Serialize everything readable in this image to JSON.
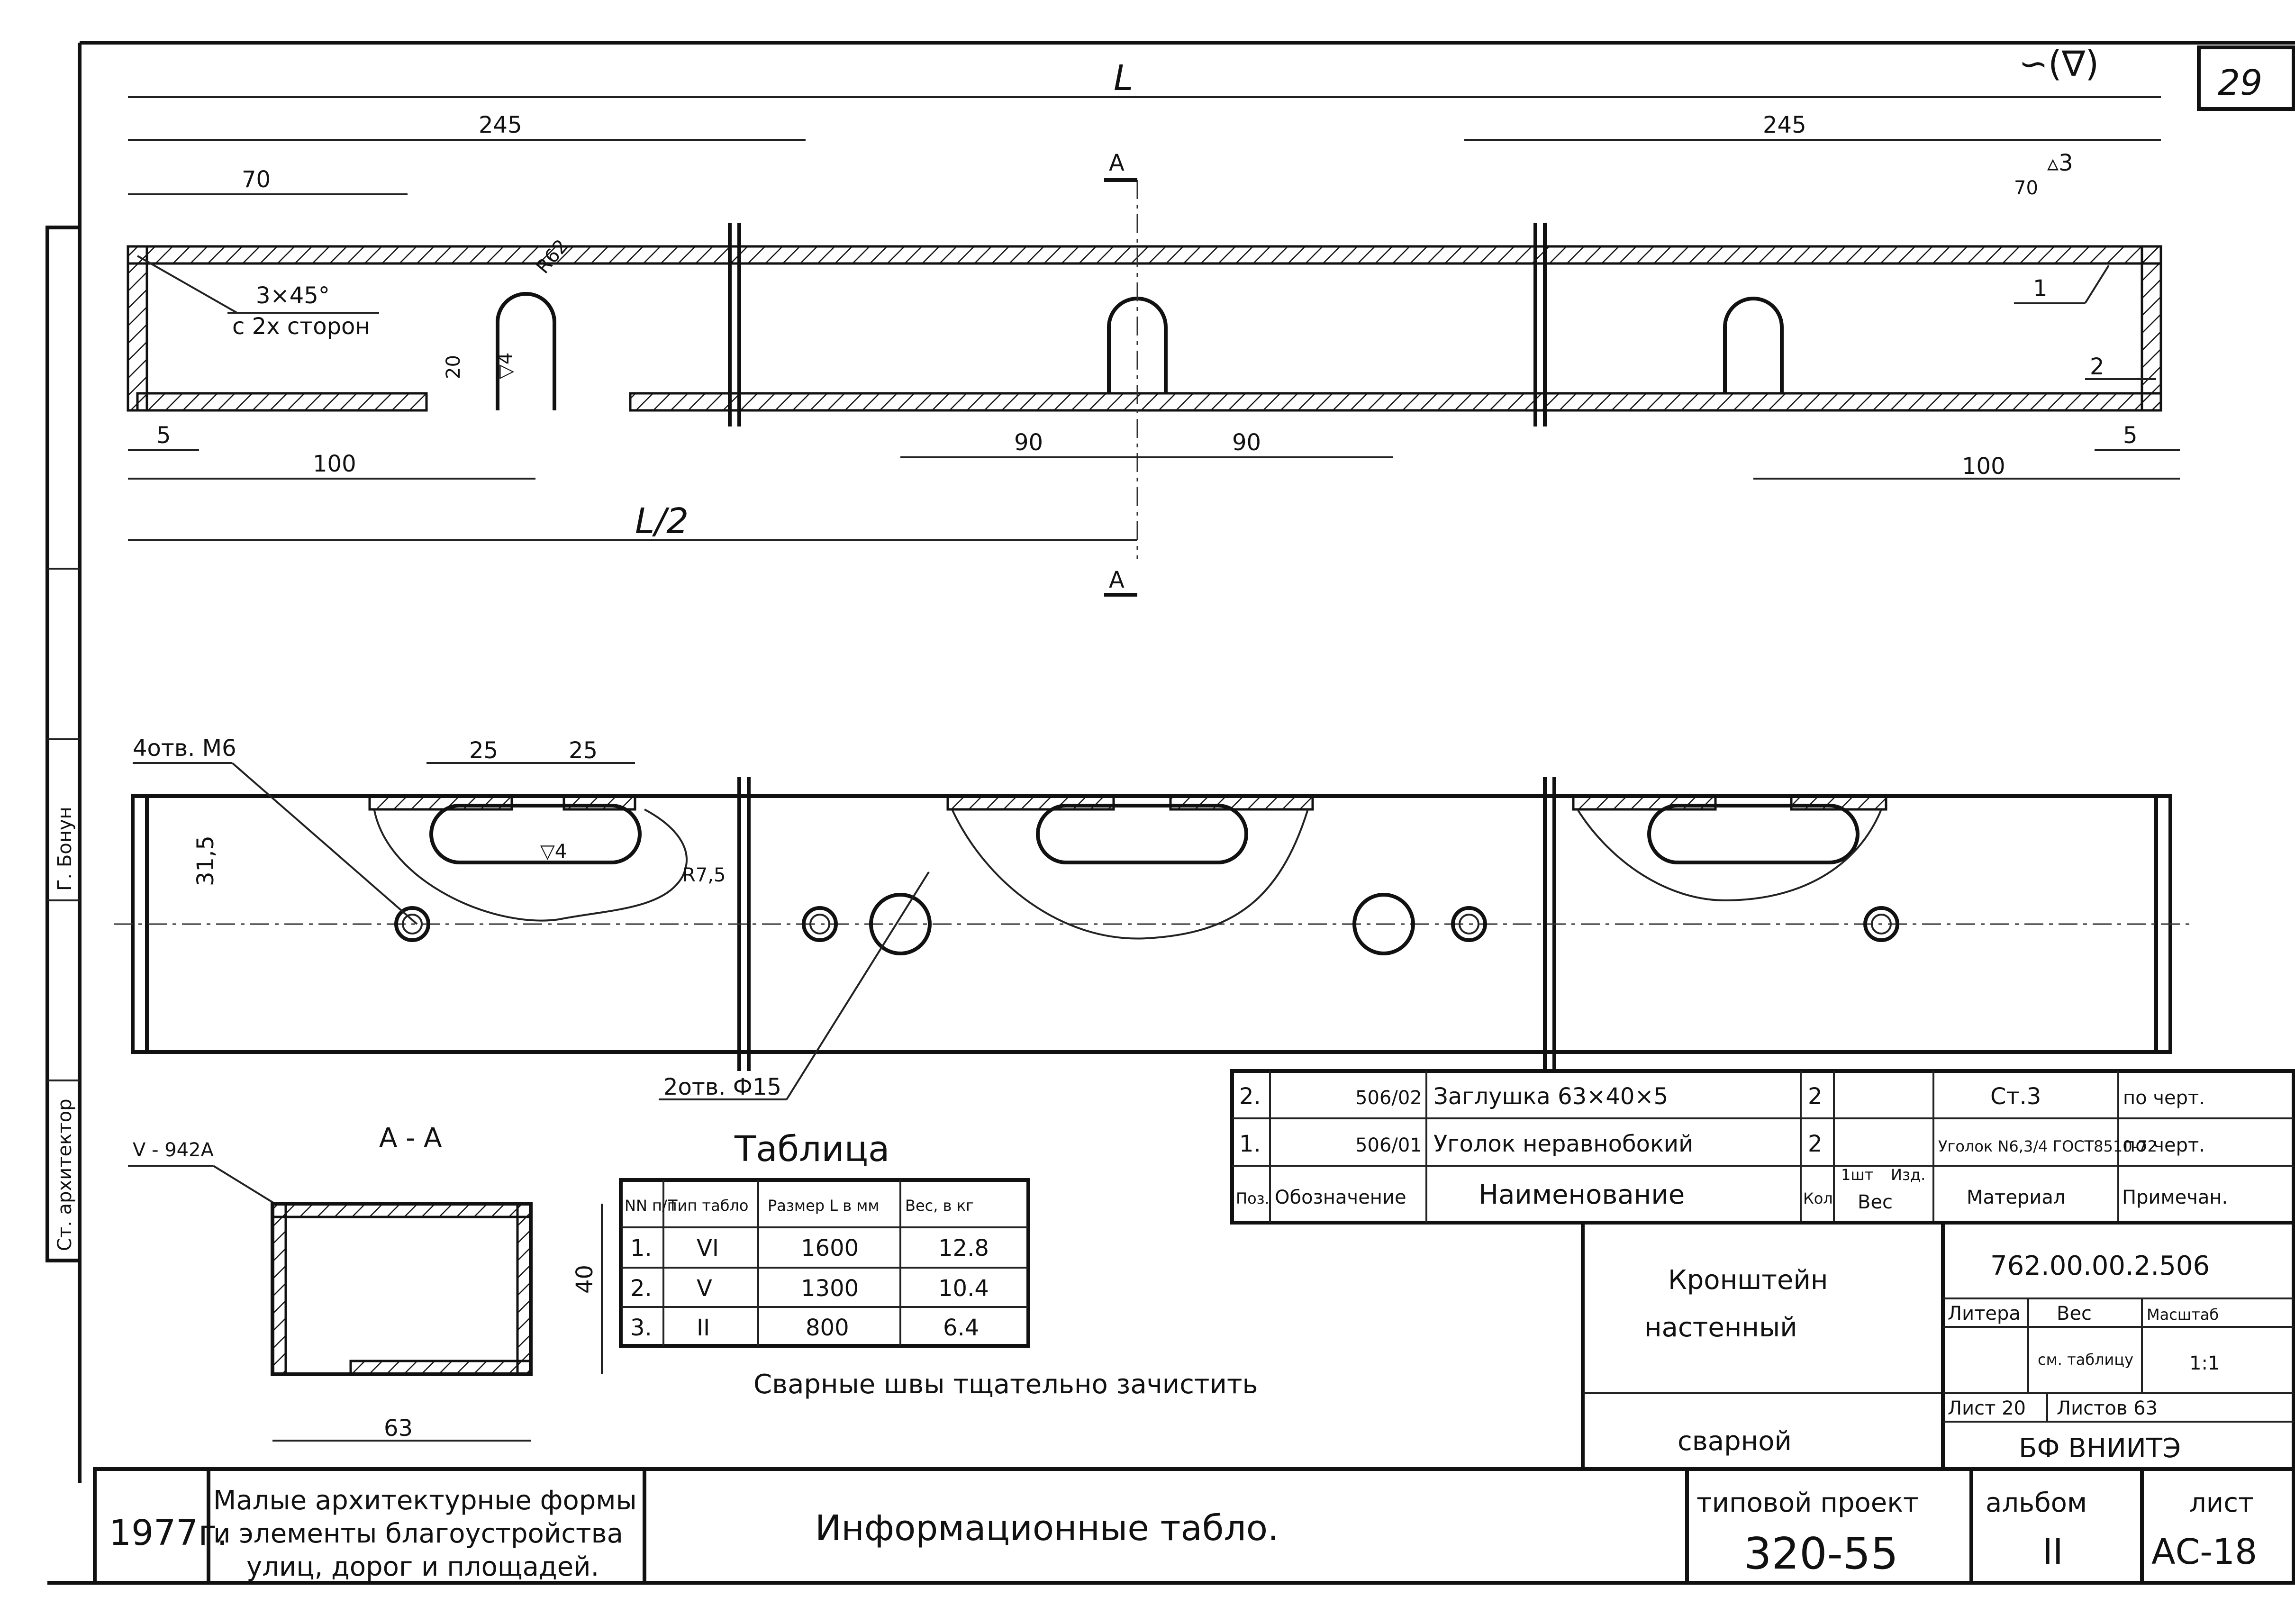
{
  "sheet": {
    "corner_number": "29",
    "roughness_mark": "∽(∇)"
  },
  "plan_view": {
    "overall_length": "L",
    "half_length": "L/2",
    "dim_245_left": "245",
    "dim_245_right": "245",
    "dim_70_left": "70",
    "dim_70_right": "70",
    "dim_100_left": "100",
    "dim_100_right": "100",
    "dim_5_left": "5",
    "dim_5_right": "5",
    "dim_90_left": "90",
    "dim_90_right": "90",
    "dim_20": "20",
    "radius_62": "R62",
    "weld_4": "▽4",
    "chamfer": "3×45°",
    "chamfer_note": "с 2х сторон",
    "weld_3": "▵3",
    "section_mark_top": "A",
    "section_mark_bottom": "A",
    "pos_1": "1",
    "pos_2": "2"
  },
  "front_view": {
    "holes_m6": "4отв. M6",
    "holes_15": "2отв. Ф15",
    "dim_25a": "25",
    "dim_25b": "25",
    "dim_31_5": "31,5",
    "radius_7_5": "R7,5",
    "weld_4": "▽4"
  },
  "section_view": {
    "title": "А - А",
    "weld_ref": "V - 942A",
    "dim_40": "40",
    "dim_63": "63"
  },
  "table": {
    "title": "Таблица",
    "headers": [
      "NN п/п",
      "Тип табло",
      "Размер L в мм",
      "Вес, в кг"
    ],
    "rows": [
      [
        "1.",
        "VI",
        "1600",
        "12.8"
      ],
      [
        "2.",
        "V",
        "1300",
        "10.4"
      ],
      [
        "3.",
        "II",
        "800",
        "6.4"
      ]
    ]
  },
  "note": "Сварные швы тщательно зачистить",
  "spec": {
    "rows": [
      {
        "pos": "2.",
        "code": "506/02",
        "name": "Заглушка 63×40×5",
        "qty": "2",
        "material": "Ст.3",
        "note": "по черт."
      },
      {
        "pos": "1.",
        "code": "506/01",
        "name": "Уголок неравнобокий",
        "qty": "2",
        "material": "Уголок N6,3/4 ГОСТ8510-72",
        "note": "по черт."
      }
    ],
    "header": {
      "pos": "Поз.",
      "code": "Обозначение",
      "name": "Наименование",
      "qty": "Кол",
      "weight": "Вес",
      "weight_unit": "1шт",
      "weight_unit2": "Изд.",
      "material": "Материал",
      "note": "Примечан."
    }
  },
  "title_block": {
    "part_name_1": "Кронштейн",
    "part_name_2": "настенный",
    "part_type": "сварной",
    "doc_number": "762.00.00.2.506",
    "litera_label": "Литера",
    "weight_label": "Вес",
    "weight_value": "см. таблицу",
    "scale_label": "Масштаб",
    "scale_value": "1:1",
    "sheet_label": "Лист 20",
    "sheets_label": "Листов 63",
    "org": "БФ ВНИИТЭ"
  },
  "bottom_strip": {
    "year": "1977г.",
    "series_1": "Малые архитектурные формы",
    "series_2": "и элементы благоустройства",
    "series_3": "улиц, дорог и площадей.",
    "subject": "Информационные табло.",
    "project_label": "типовой проект",
    "project_number": "320-55",
    "album_label": "альбом",
    "album_number": "II",
    "sheet_label": "лист",
    "sheet_number": "АС-18"
  },
  "side_strip": {
    "role_1": "Ст. архитектор",
    "name_1": "Г. Бонун"
  }
}
